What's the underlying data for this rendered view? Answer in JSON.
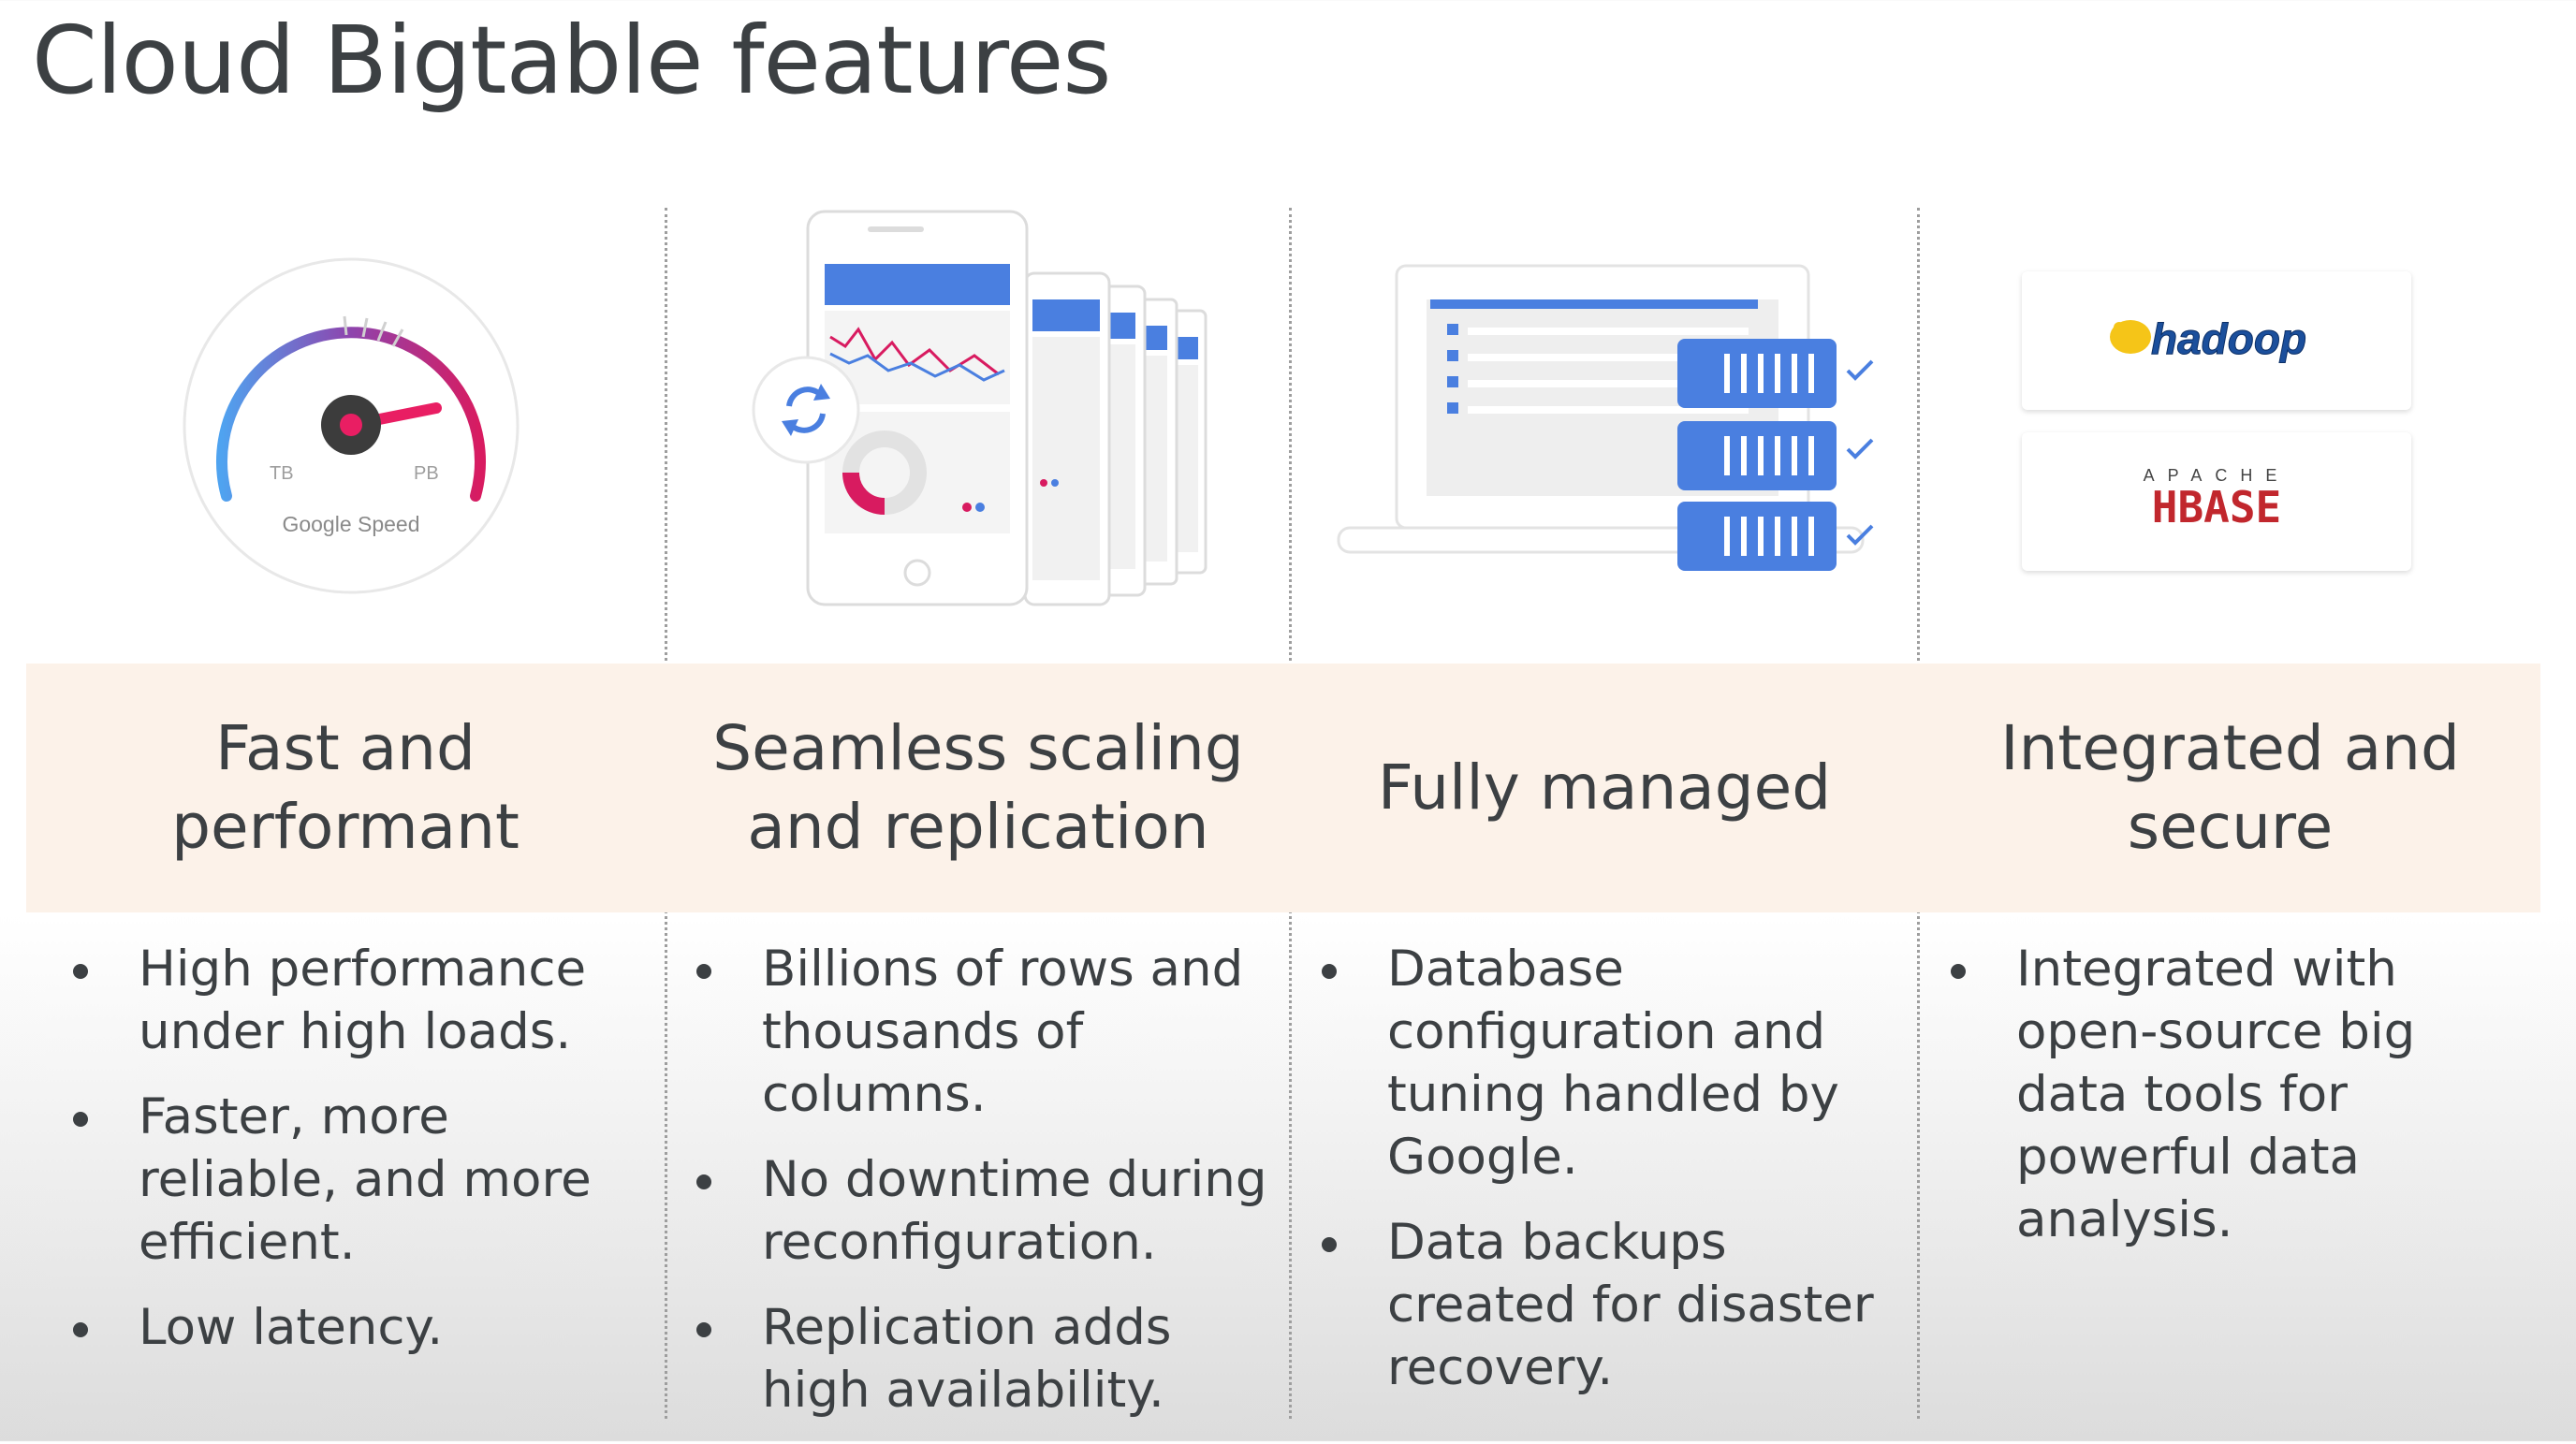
{
  "title": "Cloud Bigtable features",
  "illustrations": {
    "gauge": {
      "left_label": "TB",
      "right_label": "PB",
      "caption": "Google Speed"
    },
    "logos": {
      "hadoop": "hadoop",
      "hbase_top": "APACHE",
      "hbase": "HBASE"
    }
  },
  "features": [
    {
      "heading": [
        "Fast and",
        "performant"
      ],
      "bullets": [
        "High performance under high loads.",
        "Faster, more reliable, and more efficient.",
        "Low latency."
      ]
    },
    {
      "heading": [
        "Seamless scaling",
        "and replication"
      ],
      "bullets": [
        "Billions of rows and thousands of columns.",
        "No downtime during reconfiguration.",
        "Replication adds high availability."
      ]
    },
    {
      "heading": [
        "Fully managed"
      ],
      "bullets": [
        "Database configuration and tuning handled by Google.",
        "Data backups created for disaster recovery."
      ]
    },
    {
      "heading": [
        "Integrated and",
        "secure"
      ],
      "bullets": [
        "Integrated with open-source big data tools for powerful data analysis."
      ]
    }
  ],
  "colors": {
    "band": "#fcf2e9",
    "text": "#3c4043",
    "blue": "#4a7fe0",
    "magenta": "#d81b60",
    "hbase_red": "#c1272d"
  }
}
